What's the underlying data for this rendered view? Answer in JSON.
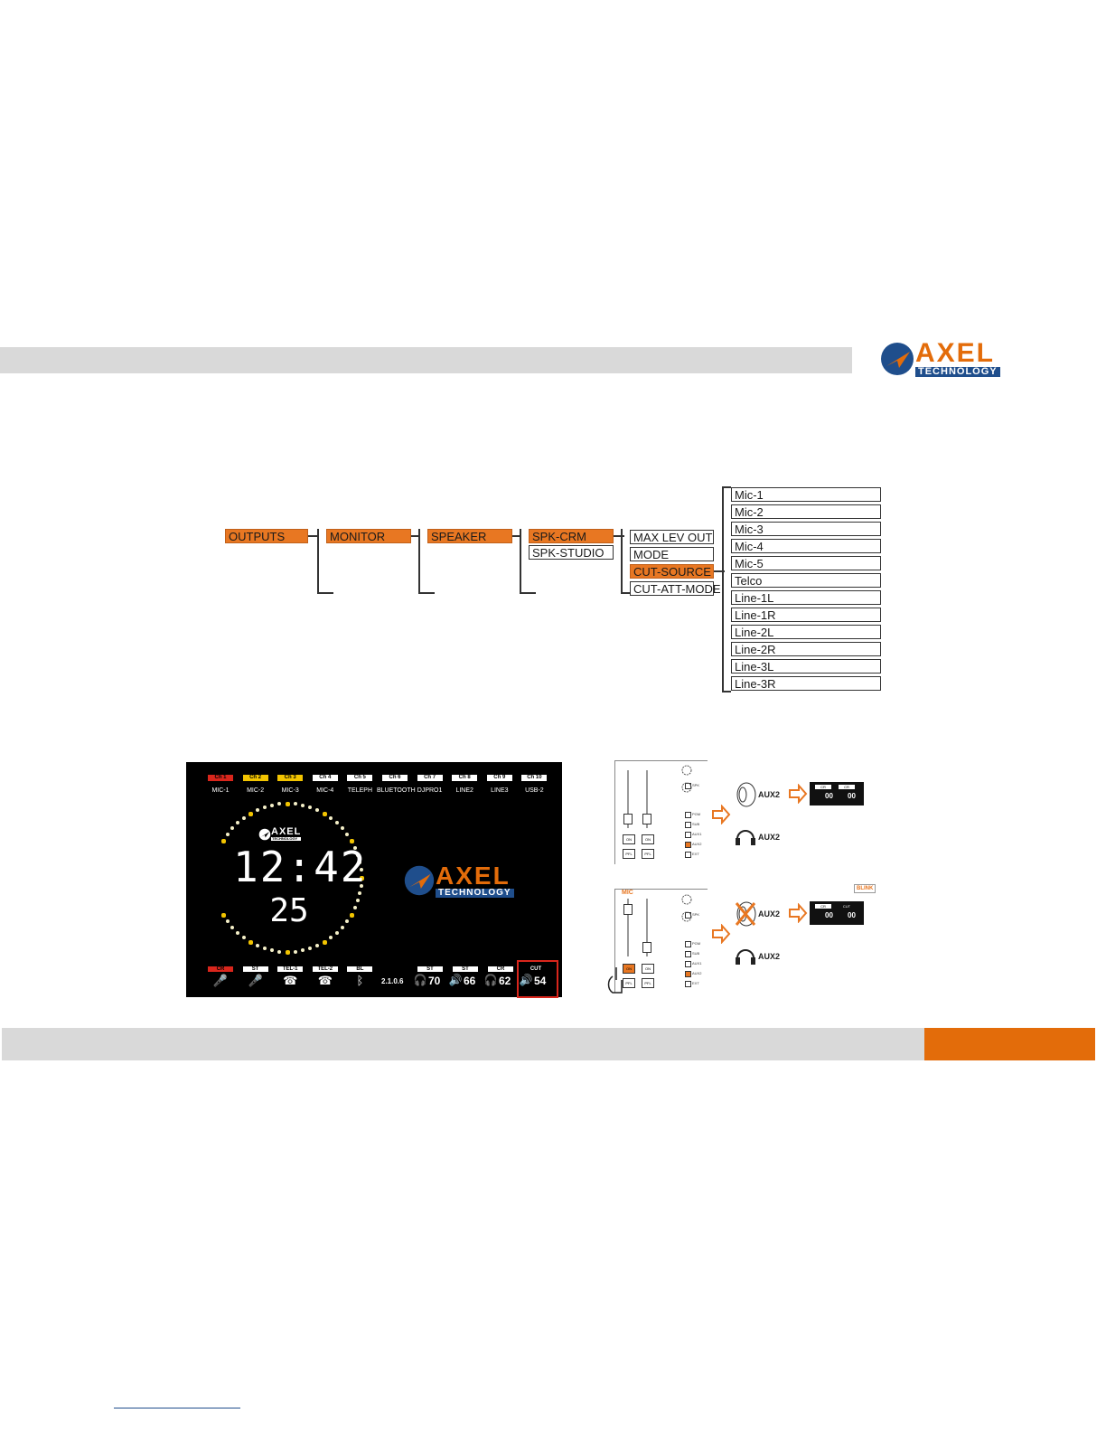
{
  "brand": {
    "logo_top": "AXEL",
    "logo_bottom": "TECHNOLOGY",
    "accent": "#e36c0a",
    "blue": "#1f4e8c"
  },
  "menu": {
    "level1": "OUTPUTS",
    "level2": "MONITOR",
    "level3": "SPEAKER",
    "level4": [
      "SPK-CRM",
      "SPK-STUDIO"
    ],
    "level5": [
      "MAX LEV OUT",
      "MODE",
      "CUT-SOURCE",
      "CUT-ATT-MODE"
    ],
    "sources": [
      "Mic-1",
      "Mic-2",
      "Mic-3",
      "Mic-4",
      "Mic-5",
      "Telco",
      "Line-1L",
      "Line-1R",
      "Line-2L",
      "Line-2R",
      "Line-3L",
      "Line-3R"
    ]
  },
  "device": {
    "channels": [
      {
        "tag": "Ch 1",
        "name": "MIC-1",
        "color": "#d9261c"
      },
      {
        "tag": "Ch 2",
        "name": "MIC-2",
        "color": "#f2c400"
      },
      {
        "tag": "Ch 3",
        "name": "MIC-3",
        "color": "#f2c400"
      },
      {
        "tag": "Ch 4",
        "name": "MIC-4",
        "color": "#ffffff"
      },
      {
        "tag": "Ch 5",
        "name": "TELEPH",
        "color": "#ffffff"
      },
      {
        "tag": "Ch 6",
        "name": "BLUETOOTH",
        "color": "#ffffff"
      },
      {
        "tag": "Ch 7",
        "name": "DJPRO1",
        "color": "#ffffff"
      },
      {
        "tag": "Ch 8",
        "name": "LINE2",
        "color": "#ffffff"
      },
      {
        "tag": "Ch 9",
        "name": "LINE3",
        "color": "#ffffff"
      },
      {
        "tag": "Ch 10",
        "name": "USB-2",
        "color": "#ffffff"
      }
    ],
    "clock_time": "12:42",
    "clock_seconds": "25",
    "bottom": [
      {
        "tag": "CR",
        "icon": "mic-icon",
        "color": "#d9261c"
      },
      {
        "tag": "ST",
        "icon": "mic-icon",
        "color": "#ffffff"
      },
      {
        "tag": "TEL-1",
        "icon": "phone-icon",
        "color": "#ffffff"
      },
      {
        "tag": "TEL-2",
        "icon": "phone-icon",
        "color": "#ffffff"
      },
      {
        "tag": "BL",
        "icon": "bluetooth-icon",
        "color": "#ffffff"
      }
    ],
    "version": "2.1.0.6",
    "levels": [
      {
        "tag": "ST",
        "icon": "headphones-icon",
        "value": "70"
      },
      {
        "tag": "ST",
        "icon": "speaker-icon",
        "value": "66"
      },
      {
        "tag": "CR",
        "icon": "headphones-icon",
        "value": "62"
      },
      {
        "tag": "CUT",
        "icon": "speaker-icon",
        "value": "54"
      }
    ]
  },
  "diagram": {
    "checkbox_labels": [
      "SPK",
      "PGM",
      "SUB",
      "AUX1",
      "AUX2",
      "EXT"
    ],
    "button_on": "ON",
    "button_pfl": "PFL",
    "mic_label": "MIC",
    "aux_label": "AUX2",
    "mini_tags": [
      "CR",
      "CR"
    ],
    "mini_tags_cut": [
      "CR",
      "CUT"
    ],
    "mini_values": [
      "00",
      "00"
    ],
    "blink_label": "BLINK"
  }
}
